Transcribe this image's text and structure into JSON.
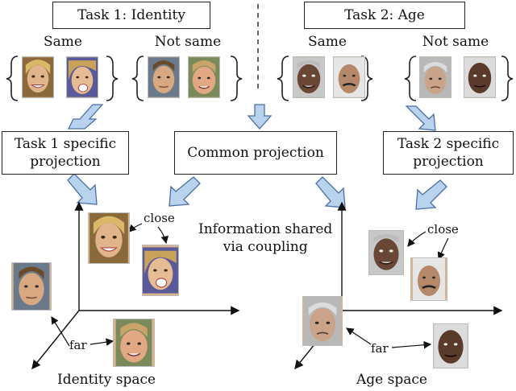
{
  "tasks": {
    "task1_title": "Task 1: Identity",
    "task2_title": "Task 2: Age"
  },
  "pairs": {
    "same": "Same",
    "not_same": "Not same"
  },
  "projections": {
    "task1": "Task 1 specific\nprojection",
    "common": "Common projection",
    "task2": "Task 2 specific\nprojection"
  },
  "spaces": {
    "identity": "Identity space",
    "age": "Age space",
    "shared_note": "Information shared\nvia coupling",
    "close": "close",
    "far": "far"
  },
  "colors": {
    "arrow_fill": "#b9d3ee",
    "arrow_stroke": "#4a6fa5",
    "box_border": "#222222"
  }
}
